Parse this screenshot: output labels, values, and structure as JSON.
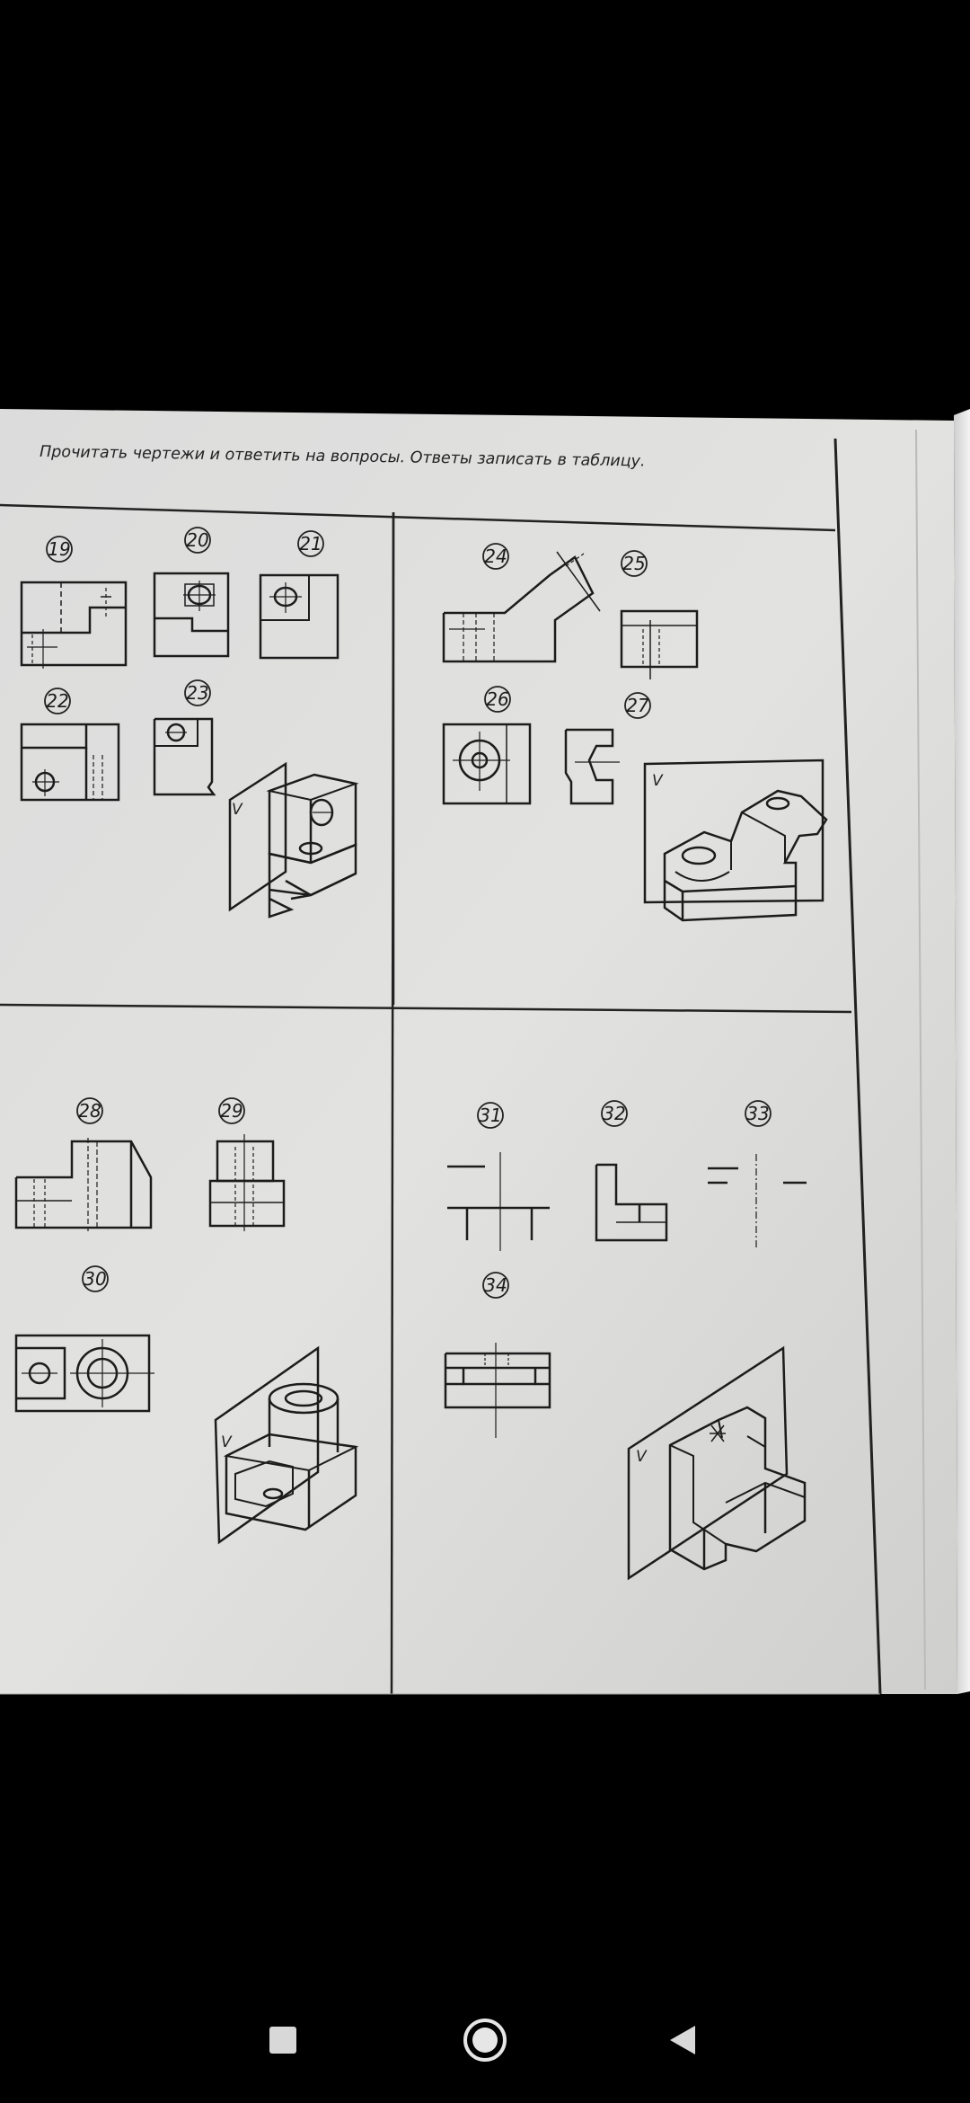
{
  "caption": "Прочитать чертежи и ответить на вопросы. Ответы записать в таблицу.",
  "plane_label": "V",
  "items": {
    "n19": "19",
    "n20": "20",
    "n21": "21",
    "n22": "22",
    "n23": "23",
    "n24": "24",
    "n25": "25",
    "n26": "26",
    "n27": "27",
    "n28": "28",
    "n29": "29",
    "n30": "30",
    "n31": "31",
    "n32": "32",
    "n33": "33",
    "n34": "34"
  },
  "navbar": {
    "buttons": [
      "recent-apps-icon",
      "home-icon",
      "back-icon"
    ]
  }
}
